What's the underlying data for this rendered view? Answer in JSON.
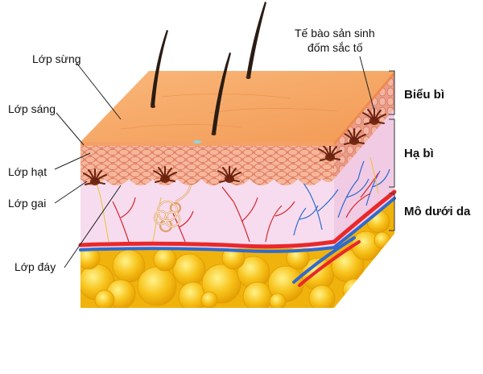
{
  "labels": {
    "lop_sung": "Lớp sừng",
    "lop_sang": "Lớp sáng",
    "lop_hat": "Lớp hạt",
    "lop_gai": "Lớp gai",
    "lop_day": "Lớp đáy",
    "te_bao_line1": "Tế bào sản sinh",
    "te_bao_line2": "đốm sắc tố",
    "bieu_bi": "Biểu bì",
    "ha_bi": "Hạ bì",
    "mo_duoi_da": "Mô dưới da"
  },
  "colors": {
    "fat": "#f7c21a",
    "fat_dark": "#e6a200",
    "fat_light": "#ffe36a",
    "dermis": "#f6dcef",
    "epidermis_top": "#f6a65e",
    "epidermis_cells": "#f2906e",
    "cell_outline": "#d86a52",
    "artery": "#e8282b",
    "vein": "#2f6ad0",
    "melanocyte": "#7a2b14",
    "hair": "#2a1c14"
  }
}
